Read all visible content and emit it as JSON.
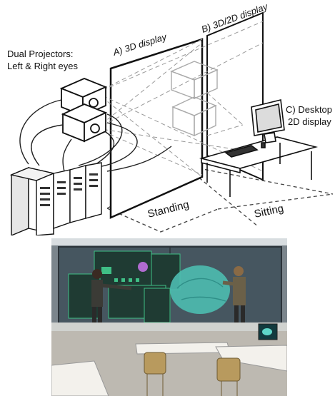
{
  "labels": {
    "projectors_line1": "Dual Projectors:",
    "projectors_line2": "Left & Right eyes",
    "display_a": "A) 3D display",
    "display_b": "B) 3D/2D display",
    "desktop_line1": "C) Desktop",
    "desktop_line2": "2D display",
    "standing": "Standing",
    "sitting": "Sitting"
  },
  "colors": {
    "wall": "#6f7a82",
    "screen_glow": "#1d4a3a",
    "ui_green": "#3fbf86",
    "brain": "#5fd6c8",
    "floor": "#c9c6bf"
  }
}
